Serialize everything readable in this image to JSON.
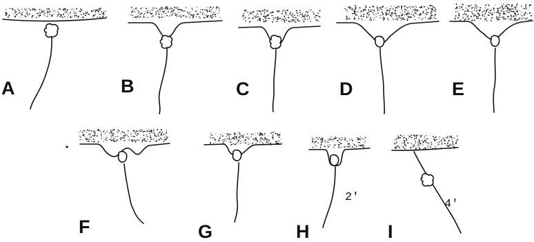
{
  "figure": {
    "panels": [
      {
        "letter": "A",
        "time": ""
      },
      {
        "letter": "B",
        "time": ""
      },
      {
        "letter": "C",
        "time": ""
      },
      {
        "letter": "D",
        "time": ""
      },
      {
        "letter": "E",
        "time": ""
      },
      {
        "letter": "F",
        "time": ""
      },
      {
        "letter": "G",
        "time": ""
      },
      {
        "letter": "H",
        "time": "2'"
      },
      {
        "letter": "I",
        "time": "4'"
      }
    ]
  }
}
